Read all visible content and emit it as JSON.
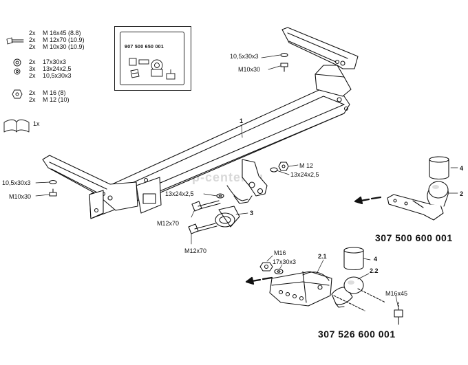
{
  "diagram": {
    "watermark": "farkop-center.ru",
    "card_code": "907 500 650 001",
    "parts_list": {
      "bolts": [
        {
          "qty": "2x",
          "spec": "M 16x45 (8.8)"
        },
        {
          "qty": "2x",
          "spec": "M 12x70 (10.9)"
        },
        {
          "qty": "2x",
          "spec": "M 10x30 (10.9)"
        }
      ],
      "washers": [
        {
          "qty": "2x",
          "spec": "17x30x3"
        },
        {
          "qty": "3x",
          "spec": "13x24x2,5"
        },
        {
          "qty": "2x",
          "spec": "10,5x30x3"
        }
      ],
      "nuts": [
        {
          "qty": "2x",
          "spec": "M 16 (8)"
        },
        {
          "qty": "2x",
          "spec": "M 12 (10)"
        }
      ],
      "manual_qty": "1x"
    },
    "labels": {
      "washer_top_right": "10,5x30x3",
      "bolt_top_right": "M10x30",
      "washer_left": "10,5x30x3",
      "bolt_left": "M10x30",
      "nut_center": "M 12",
      "washer_center": "13x24x2,5",
      "washer_mid": "13x24x2,5",
      "bolt_m12_upper": "M12x70",
      "bolt_m12_lower": "M12x70",
      "nut_m16": "M16",
      "washer_17": "17x30x3",
      "bolt_m16": "M16x45"
    },
    "part_numbers": {
      "p1": "1",
      "p2": "2",
      "p3": "3",
      "p4a": "4",
      "p4b": "4",
      "p21": "2.1",
      "p22": "2.2"
    },
    "kits": {
      "fixed": "307 500 600 001",
      "detachable": "307 526 600 001"
    }
  }
}
